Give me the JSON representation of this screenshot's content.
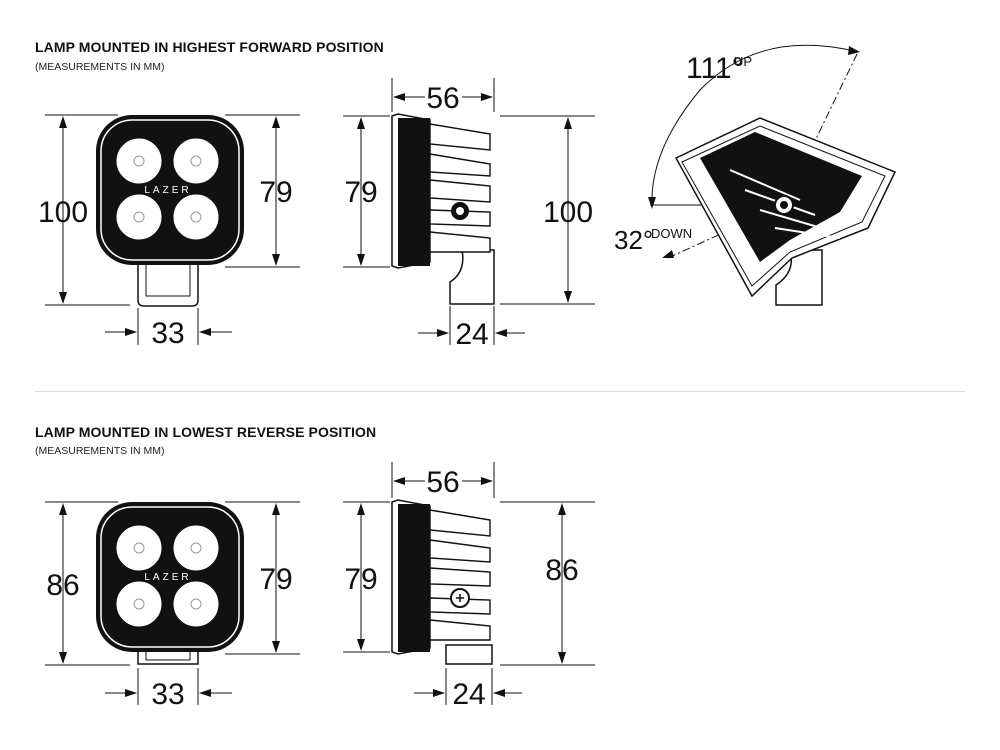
{
  "section1": {
    "title": "LAMP MOUNTED IN HIGHEST FORWARD POSITION",
    "subtitle": "(MEASUREMENTS IN MM)",
    "front": {
      "height": "100",
      "lens_height": "79",
      "mount_width": "33",
      "logo": "LAZER"
    },
    "side": {
      "depth": "56",
      "lens_height": "79",
      "height": "100",
      "mount_depth": "24"
    },
    "tilt": {
      "up_angle": "111°",
      "up_label": "UP",
      "down_angle": "32°",
      "down_label": "DOWN"
    }
  },
  "section2": {
    "title": "LAMP MOUNTED IN LOWEST REVERSE POSITION",
    "subtitle": "(MEASUREMENTS IN MM)",
    "front": {
      "height": "86",
      "lens_height": "79",
      "mount_width": "33",
      "logo": "LAZER"
    },
    "side": {
      "depth": "56",
      "lens_height": "79",
      "height": "86",
      "mount_depth": "24"
    }
  },
  "colors": {
    "ink": "#111111",
    "divider": "#dcdcdc",
    "lens": "#ffffff"
  }
}
